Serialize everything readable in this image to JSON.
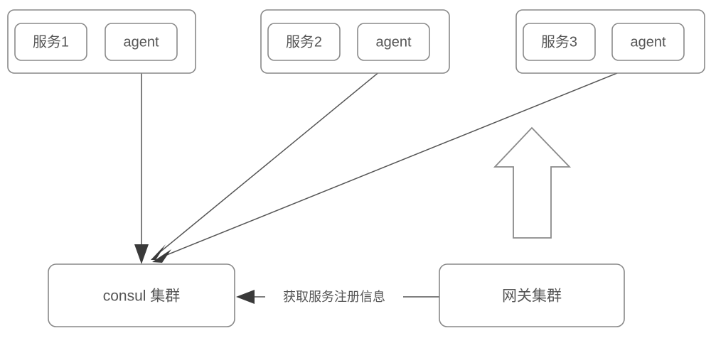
{
  "diagram": {
    "title": "consul service registration and gateway discovery",
    "background_color": "#ffffff",
    "node_stroke_color": "#888888",
    "edge_color": "#555555",
    "text_color": "#555555",
    "service_groups": [
      {
        "id": "group1",
        "service_label": "服务1",
        "agent_label": "agent"
      },
      {
        "id": "group2",
        "service_label": "服务2",
        "agent_label": "agent"
      },
      {
        "id": "group3",
        "service_label": "服务3",
        "agent_label": "agent"
      }
    ],
    "consul": {
      "label": "consul 集群"
    },
    "gateway": {
      "label": "网关集群"
    },
    "edges": [
      {
        "id": "agent1-to-consul",
        "from": "group1.agent",
        "to": "consul",
        "label": ""
      },
      {
        "id": "agent2-to-consul",
        "from": "group2.agent",
        "to": "consul",
        "label": ""
      },
      {
        "id": "agent3-to-consul",
        "from": "group3.agent",
        "to": "consul",
        "label": ""
      },
      {
        "id": "gateway-to-consul",
        "from": "gateway",
        "to": "consul",
        "label": "获取服务注册信息"
      }
    ],
    "block_arrow": {
      "id": "gateway-up-arrow",
      "direction": "up"
    }
  }
}
